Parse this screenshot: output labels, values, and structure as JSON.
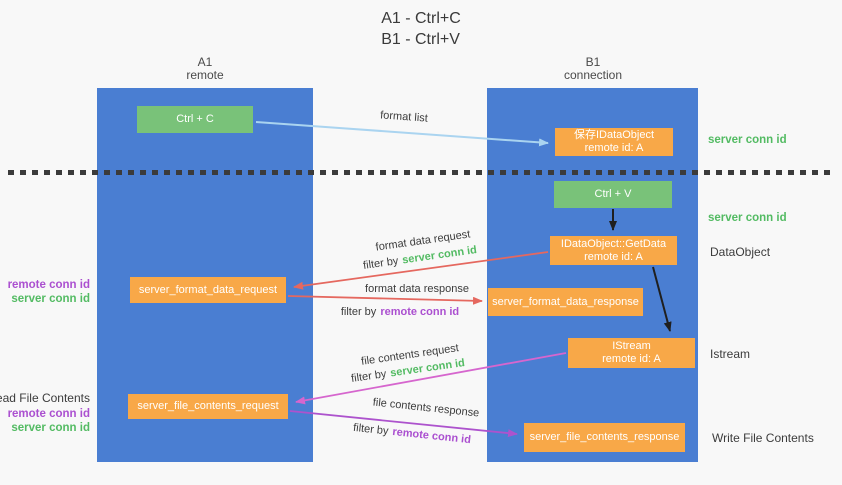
{
  "title": {
    "line1": "A1 - Ctrl+C",
    "line2": "B1 - Ctrl+V"
  },
  "lanes": {
    "left": {
      "name": "A1",
      "subtitle": "remote"
    },
    "right": {
      "name": "B1",
      "subtitle": "connection"
    }
  },
  "nodes": {
    "ctrl_c": {
      "label": "Ctrl + C"
    },
    "ctrl_v": {
      "label": "Ctrl + V"
    },
    "save_idataobject": {
      "line1": "保存IDataObject",
      "line2": "remote id: A"
    },
    "getdata": {
      "line1": "IDataObject::GetData",
      "line2": "remote id: A"
    },
    "format_request": {
      "label": "server_format_data_request"
    },
    "format_response": {
      "label": "server_format_data_response"
    },
    "istream": {
      "line1": "IStream",
      "line2": "remote id: A"
    },
    "file_request": {
      "label": "server_file_contents_request"
    },
    "file_response": {
      "label": "server_file_contents_response"
    }
  },
  "arrows": {
    "format_list": {
      "label": "format list"
    },
    "format_data_request": {
      "label": "format data request",
      "filter_prefix": "filter by",
      "filter_key": "server conn id"
    },
    "format_data_response": {
      "label": "format data response",
      "filter_prefix": "filter by",
      "filter_key": "remote conn id"
    },
    "file_contents_request": {
      "label": "file contents request",
      "filter_prefix": "filter by",
      "filter_key": "server conn id"
    },
    "file_contents_response": {
      "label": "file contents response",
      "filter_prefix": "filter by",
      "filter_key": "remote conn id"
    }
  },
  "side_labels": {
    "right_server_conn_id_top": "server conn id",
    "right_server_conn_id_mid": "server conn id",
    "dataobject": "DataObject",
    "istream": "Istream",
    "write_file_contents": "Write File Contents",
    "left_remote_conn_id_top": "remote conn id",
    "left_server_conn_id_top": "server conn id",
    "read_file_contents": "Read File Contents",
    "left_remote_conn_id_bottom": "remote conn id",
    "left_server_conn_id_bottom": "server conn id"
  },
  "colors": {
    "lane_blue": "#4a7ed2",
    "box_green": "#79c279",
    "box_orange": "#f8a848",
    "text_green": "#53bb63",
    "text_purple": "#ab50d0",
    "arrow_red": "#e5685f",
    "arrow_magenta": "#d666ce",
    "arrow_purple": "#ad53cd",
    "arrow_lightblue": "#aad4f0",
    "arrow_black": "#1f1f1f"
  }
}
